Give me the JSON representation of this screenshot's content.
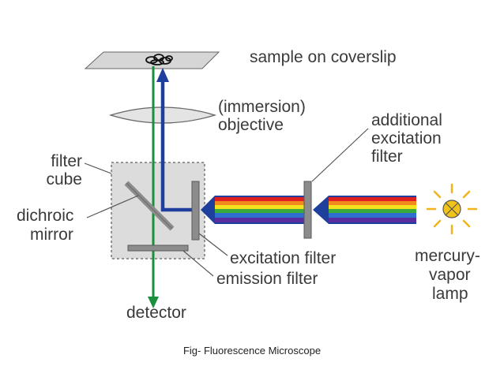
{
  "labels": {
    "sample": "sample on coverslip",
    "objective_line1": "(immersion)",
    "objective_line2": "objective",
    "additional_line1": "additional",
    "additional_line2": "excitation",
    "additional_line3": "filter",
    "filter_cube_line1": "filter",
    "filter_cube_line2": "cube",
    "dichroic_line1": "dichroic",
    "dichroic_line2": "mirror",
    "excitation_filter": "excitation filter",
    "emission_filter": "emission filter",
    "lamp_line1": "mercury-",
    "lamp_line2": "vapor",
    "lamp_line3": "lamp",
    "detector": "detector"
  },
  "caption": "Fig- Fluorescence Microscope",
  "colors": {
    "excitation_light": "#1f3f9c",
    "emission_light": "#1a8f3c",
    "filter": "#8c8c8c",
    "cube_fill": "#dcdcdc",
    "text": "#3a3a3a",
    "lamp": "#f0c419",
    "spectrum": [
      "#e02020",
      "#f08a1c",
      "#f4e21c",
      "#3aab3a",
      "#2f6fd0",
      "#5a2ca0"
    ]
  },
  "icons": {
    "lamp": "sun-icon",
    "sample": "specimen-icon"
  }
}
